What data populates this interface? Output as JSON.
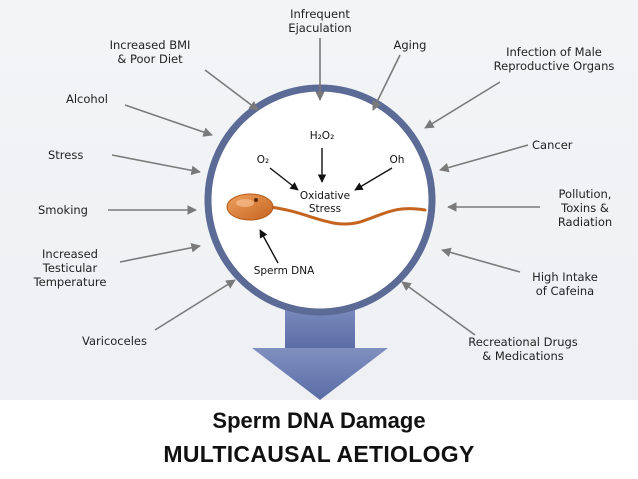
{
  "causes": {
    "infrequent_ejaculation": "Infrequent\nEjaculation",
    "increased_bmi": "Increased BMI\n& Poor Diet",
    "aging": "Aging",
    "infection": "Infection of Male\nReproductive Organs",
    "alcohol": "Alcohol",
    "cancer": "Cancer",
    "stress": "Stress",
    "pollution": "Pollution,\nToxins &\nRadiation",
    "smoking": "Smoking",
    "testicular_temp": "Increased\nTesticular\nTemperature",
    "caffeine": "High Intake\nof Cafeina",
    "varicoceles": "Varicoceles",
    "drugs": "Recreational Drugs\n& Medications"
  },
  "center": {
    "h2o2": "H₂O₂",
    "o2": "O₂",
    "oh": "Oh",
    "oxidative_stress": "Oxidative\nStress",
    "sperm_dna": "Sperm DNA"
  },
  "caption": {
    "title": "Sperm DNA Damage",
    "subtitle": "MULTICAUSAL AETIOLOGY"
  },
  "colors": {
    "ring": "#5b6b95",
    "funnel": "#6c7fb4",
    "arrow": "#7a7a7a",
    "sperm": "#d67a38"
  }
}
